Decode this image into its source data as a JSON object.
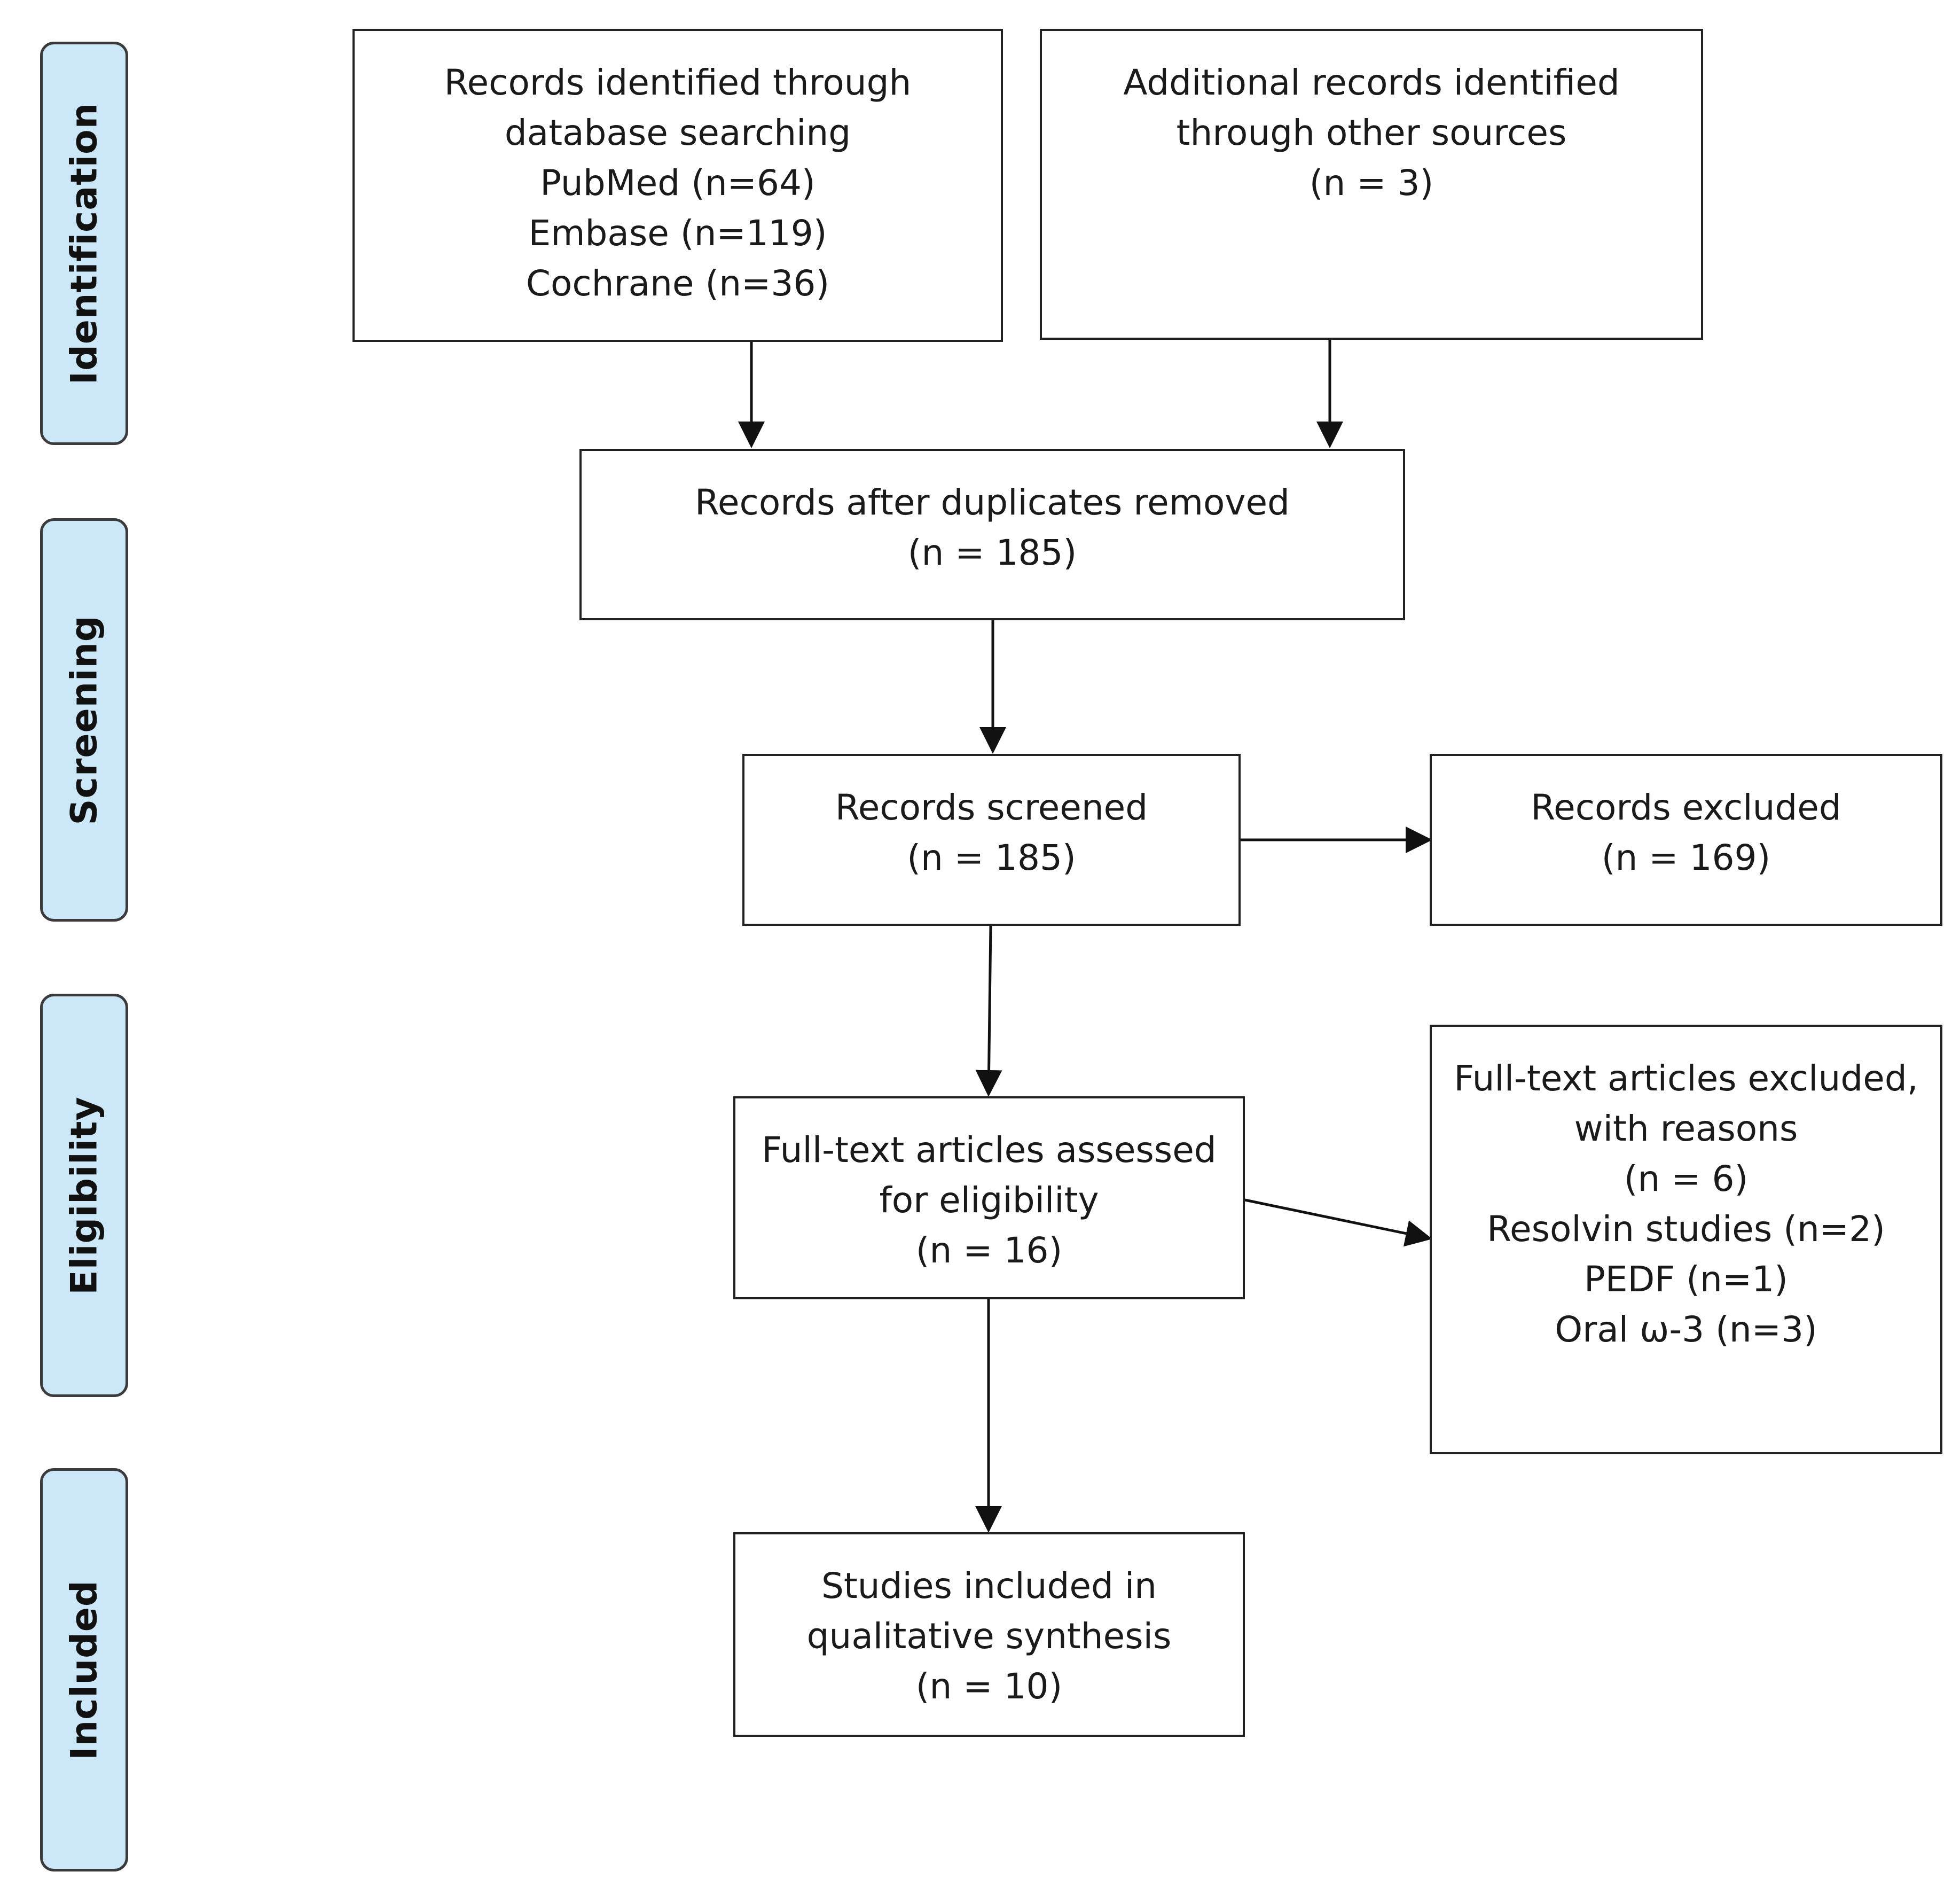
{
  "phases": {
    "identification": "Identification",
    "screening": "Screening",
    "eligibility": "Eligibility",
    "included": "Included"
  },
  "boxes": {
    "database_search": {
      "lines": [
        "Records identified through",
        "database searching",
        "PubMed (n=64)",
        "Embase (n=119)",
        "Cochrane (n=36)"
      ]
    },
    "other_sources": {
      "lines": [
        "Additional records identified",
        "through other sources",
        "(n = 3)"
      ]
    },
    "after_duplicates": {
      "lines": [
        "Records after duplicates removed",
        "(n = 185)"
      ]
    },
    "screened": {
      "lines": [
        "Records screened",
        "(n = 185)"
      ]
    },
    "excluded": {
      "lines": [
        "Records excluded",
        "(n = 169)"
      ]
    },
    "fulltext_assessed": {
      "lines": [
        "Full-text articles assessed",
        "for eligibility",
        "(n = 16)"
      ]
    },
    "fulltext_excluded": {
      "lines": [
        "Full-text articles excluded,",
        "with reasons",
        "(n = 6)",
        "Resolvin studies (n=2)",
        "PEDF (n=1)",
        "Oral ω-3 (n=3)"
      ]
    },
    "included_studies": {
      "lines": [
        "Studies included in",
        "qualitative synthesis",
        "(n = 10)"
      ]
    }
  }
}
